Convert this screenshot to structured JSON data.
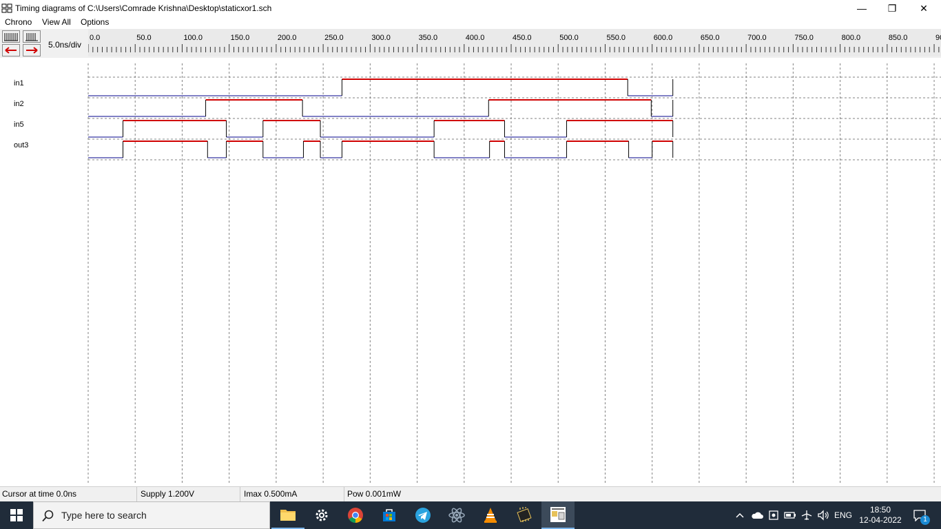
{
  "window": {
    "title": "Timing diagrams of C:\\Users\\Comrade Krishna\\Desktop\\staticxor1.sch",
    "minimize": "—",
    "maximize": "❐",
    "close": "✕"
  },
  "menu": [
    "Chrono",
    "View All",
    "Options"
  ],
  "toolbar": {
    "scale": "5.0ns/div",
    "icons": [
      "zoom-in-icon",
      "zoom-out-icon",
      "scroll-left-icon",
      "scroll-right-icon"
    ]
  },
  "ruler": {
    "labels": [
      "0.0",
      "50.0",
      "100.0",
      "150.0",
      "200.0",
      "250.0",
      "300.0",
      "350.0",
      "400.0",
      "450.0",
      "500.0",
      "550.0",
      "600.0",
      "650.0",
      "700.0",
      "750.0",
      "800.0",
      "850.0",
      "90"
    ]
  },
  "chart_data": {
    "type": "line",
    "xlabel": "",
    "ylabel": "",
    "x_unit": "ns",
    "xlim": [
      0,
      900
    ],
    "grid": true,
    "series": [
      {
        "name": "in1",
        "transitions": [
          [
            0,
            0
          ],
          [
            270,
            1
          ],
          [
            574,
            0
          ],
          [
            622,
            0
          ]
        ]
      },
      {
        "name": "in2",
        "transitions": [
          [
            0,
            0
          ],
          [
            125,
            1
          ],
          [
            228,
            0
          ],
          [
            426,
            1
          ],
          [
            599,
            0
          ],
          [
            622,
            0
          ]
        ]
      },
      {
        "name": "in5",
        "transitions": [
          [
            0,
            0
          ],
          [
            37,
            1
          ],
          [
            147,
            0
          ],
          [
            186,
            1
          ],
          [
            247,
            0
          ],
          [
            368,
            1
          ],
          [
            443,
            0
          ],
          [
            509,
            1
          ],
          [
            622,
            1
          ]
        ]
      },
      {
        "name": "out3",
        "transitions": [
          [
            0,
            0
          ],
          [
            37,
            1
          ],
          [
            127,
            0
          ],
          [
            147,
            1
          ],
          [
            186,
            0
          ],
          [
            229,
            1
          ],
          [
            247,
            0
          ],
          [
            270,
            1
          ],
          [
            368,
            0
          ],
          [
            427,
            1
          ],
          [
            443,
            0
          ],
          [
            509,
            1
          ],
          [
            575,
            0
          ],
          [
            600,
            1
          ],
          [
            622,
            1
          ]
        ]
      }
    ],
    "colors": {
      "high": "#d00000",
      "low": "#00008b",
      "edge": "#000000",
      "grid": "#808080"
    }
  },
  "status": {
    "cursor": "Cursor at time  0.0ns",
    "supply": "Supply 1.200V",
    "imax": "Imax 0.500mA",
    "pow": "Pow 0.001mW"
  },
  "taskbar": {
    "search_placeholder": "Type here to search",
    "apps": [
      "file-explorer-icon",
      "settings-icon",
      "chrome-icon",
      "store-icon",
      "telegram-icon",
      "atom-icon",
      "vlc-icon",
      "chip-icon",
      "dsch-icon"
    ],
    "lang": "ENG",
    "time": "18:50",
    "date": "12-04-2022",
    "notifications": "1"
  }
}
